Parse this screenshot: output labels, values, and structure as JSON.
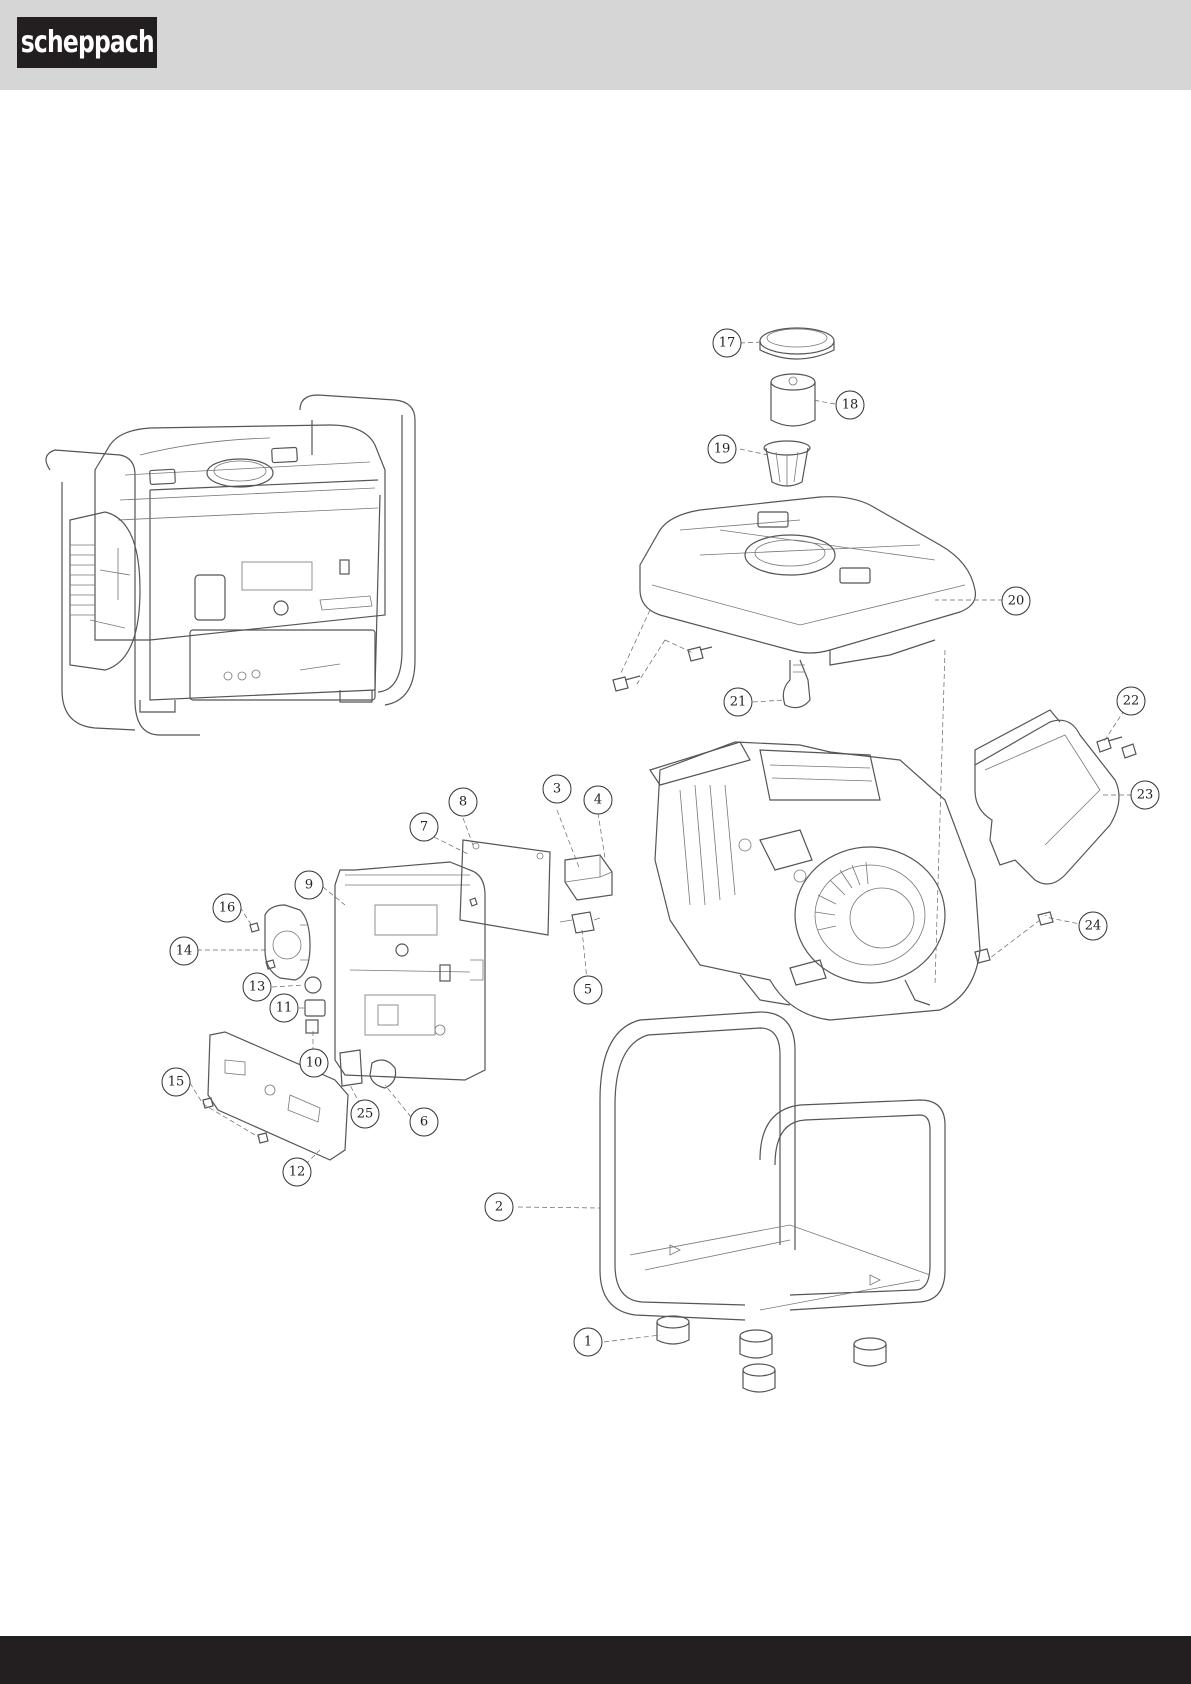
{
  "header": {
    "brand": "scheppach",
    "color": "#d6d6d6"
  },
  "brand_color": "#231f20",
  "footer": {
    "color": "#231f20"
  },
  "diagram": {
    "callouts": [
      "1",
      "2",
      "3",
      "4",
      "5",
      "6",
      "7",
      "8",
      "9",
      "10",
      "11",
      "12",
      "13",
      "14",
      "15",
      "16",
      "17",
      "18",
      "19",
      "20",
      "21",
      "22",
      "23",
      "24",
      "25"
    ]
  }
}
